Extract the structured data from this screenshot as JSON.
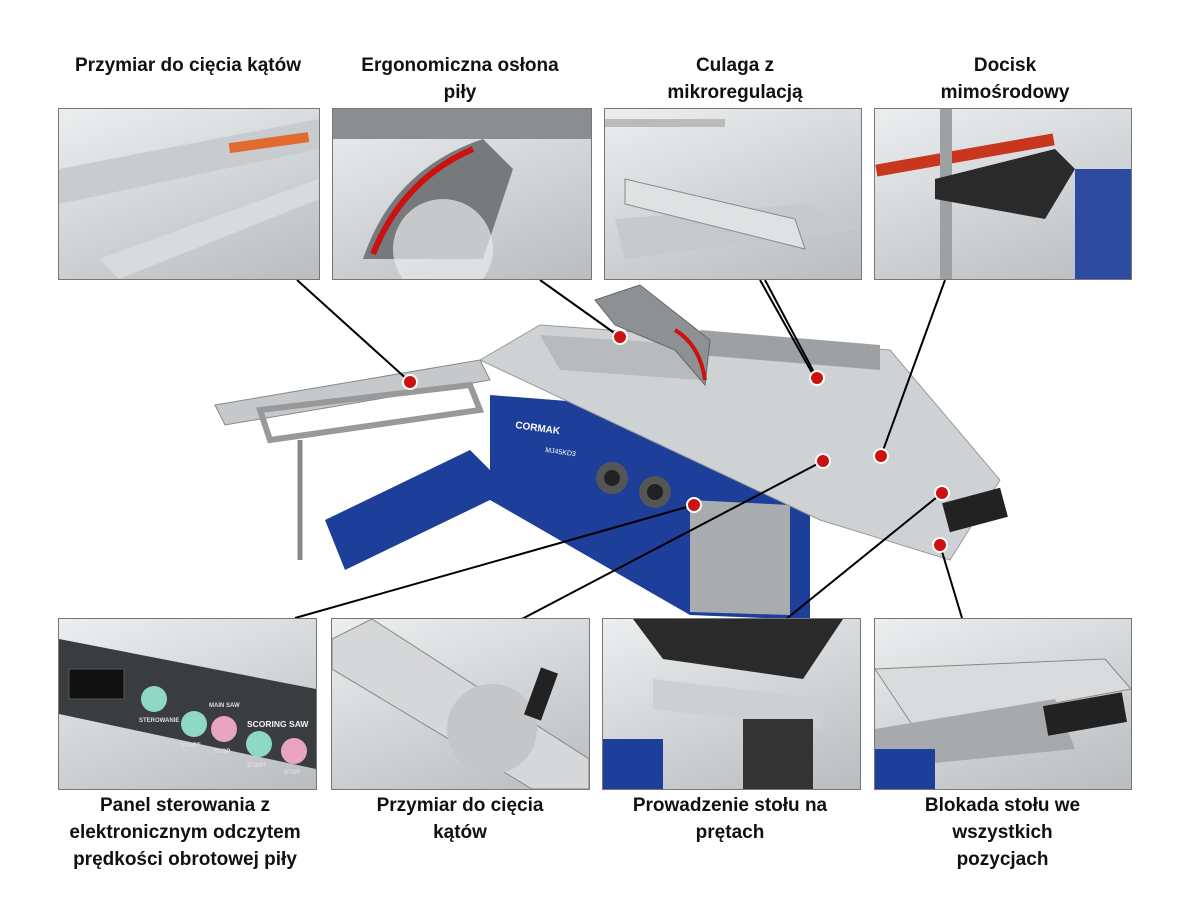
{
  "callouts": [
    {
      "label": "Przymiar do cięcia kątów"
    },
    {
      "label": "Ergonomiczna osłona piły"
    },
    {
      "label": "Culaga z mikroregulacją"
    },
    {
      "label": "Docisk mimośrodowy"
    },
    {
      "label": "Panel sterowania z elektronicznym odczytem prędkości obrotowej piły"
    },
    {
      "label": "Przymiar do cięcia kątów"
    },
    {
      "label": "Prowadzenie stołu na prętach"
    },
    {
      "label": "Blokada stołu we wszystkich pozycjach"
    }
  ],
  "machine": {
    "brand": "CORMAK",
    "model": "MJ45KD3"
  },
  "panel": {
    "button1": "STEROWANIE",
    "start1": "START",
    "stop1": "STOP",
    "start2": "START",
    "stop2": "STOP",
    "main_saw": "MAIN SAW",
    "scoring_saw": "SCORING SAW"
  },
  "colors": {
    "accent": "#cc1111",
    "machine_blue": "#1d3f9a"
  }
}
